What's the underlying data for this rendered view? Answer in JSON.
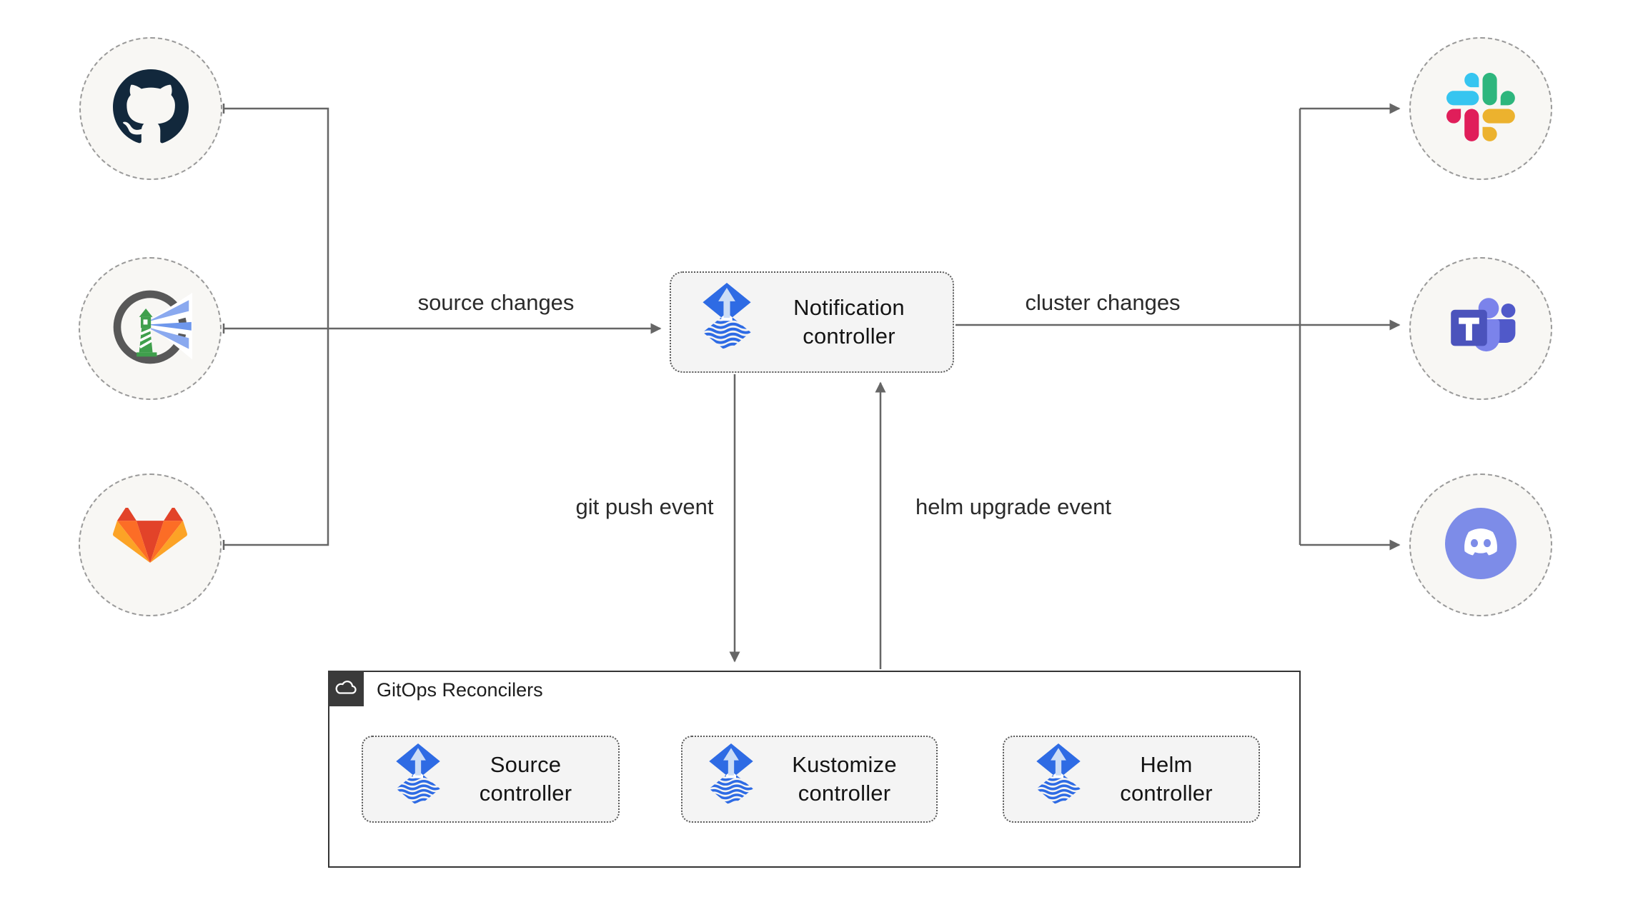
{
  "diagram": {
    "sources": {
      "items": [
        {
          "icon": "github-icon"
        },
        {
          "icon": "harbor-icon"
        },
        {
          "icon": "gitlab-icon"
        }
      ]
    },
    "notification_controller": {
      "label": "Notification controller",
      "icon": "flux-icon"
    },
    "notifiers": {
      "items": [
        {
          "icon": "slack-icon"
        },
        {
          "icon": "microsoft-teams-icon"
        },
        {
          "icon": "discord-icon"
        }
      ]
    },
    "edges": {
      "source_changes": "source changes",
      "cluster_changes": "cluster changes",
      "git_push_event": "git push event",
      "helm_upgrade_event": "helm upgrade event"
    },
    "reconcilers_group": {
      "label": "GitOps Reconcilers",
      "icon": "cloud-icon",
      "controllers": [
        {
          "label": "Source controller",
          "icon": "flux-icon"
        },
        {
          "label": "Kustomize controller",
          "icon": "flux-icon"
        },
        {
          "label": "Helm controller",
          "icon": "flux-icon"
        }
      ]
    },
    "colors": {
      "line": "#666666",
      "flux_blue": "#2e6be4",
      "box_fill": "#f4f4f4",
      "circle_fill": "#f8f7f4",
      "group_header_bg": "#3a3a3a",
      "text": "#141414",
      "slack": [
        "#36c5f0",
        "#2eb67d",
        "#ecb22e",
        "#e01e5a"
      ],
      "gitlab": [
        "#e24329",
        "#fc6d26",
        "#fca326"
      ],
      "teams": [
        "#4b53bc",
        "#7b83eb",
        "#5059c9"
      ],
      "discord": "#7d8ce8",
      "github": "#12283c",
      "harbor_green": "#3f9f4c"
    }
  }
}
